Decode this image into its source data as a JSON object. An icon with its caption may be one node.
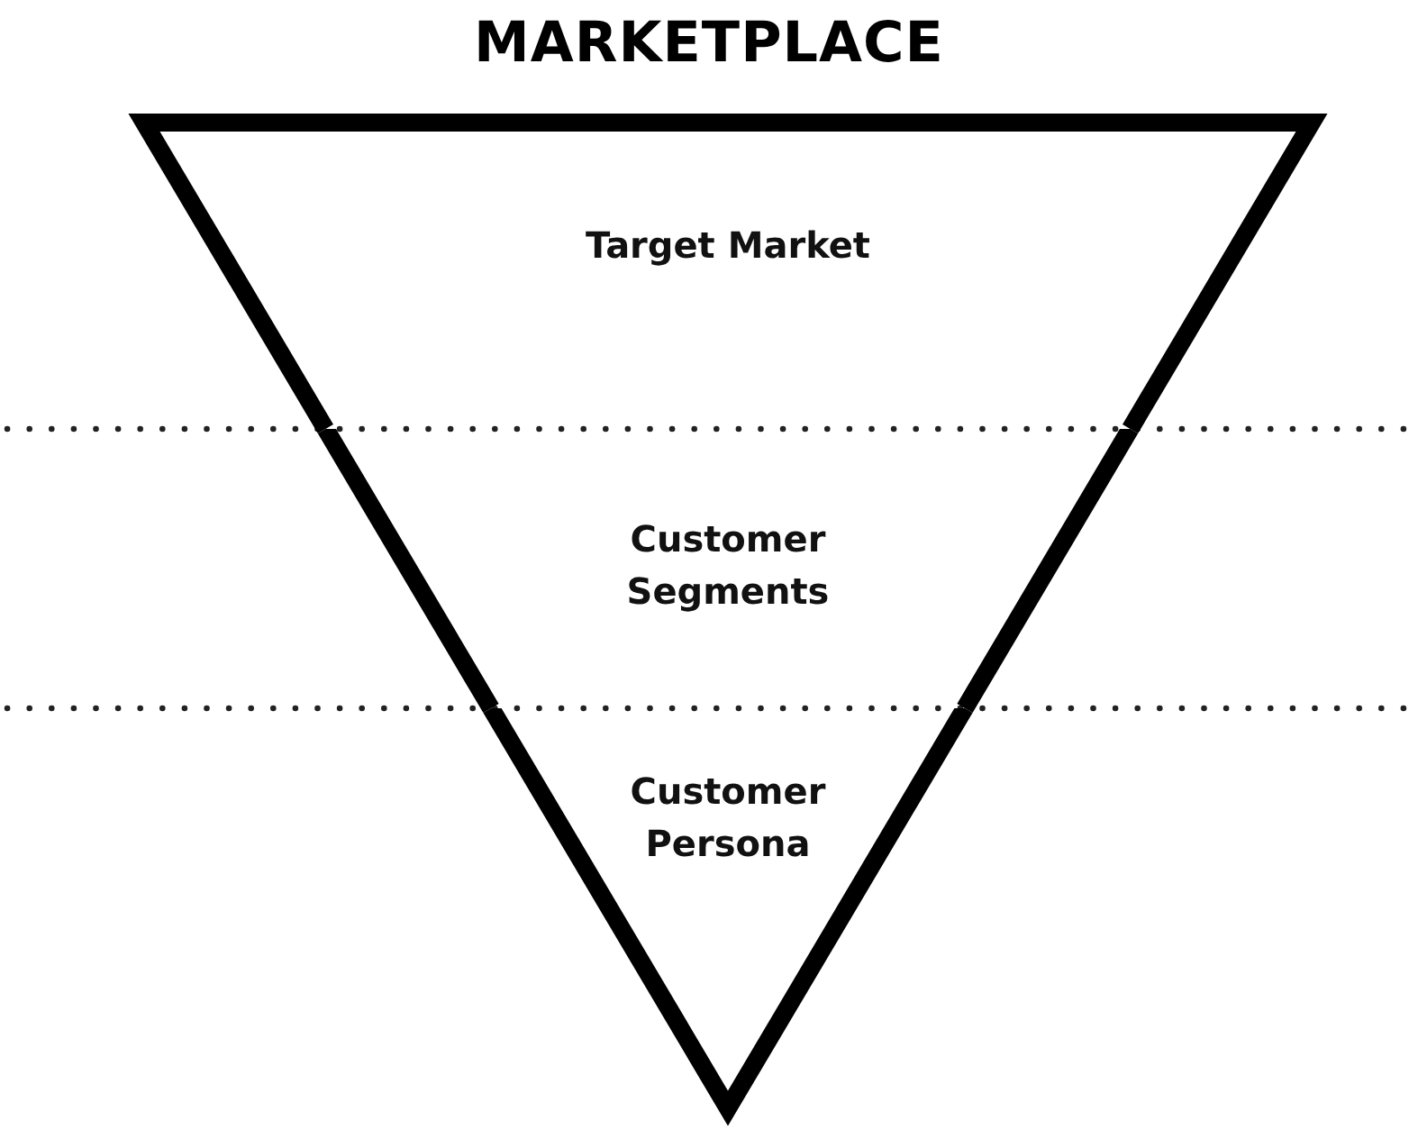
{
  "diagram": {
    "title": "MARKETPLACE",
    "nodes": [
      {
        "text": [
          "Target Market"
        ]
      },
      {
        "text": [
          "Customer Segments"
        ]
      },
      {
        "text": [
          "Customer Persona"
        ]
      }
    ]
  }
}
